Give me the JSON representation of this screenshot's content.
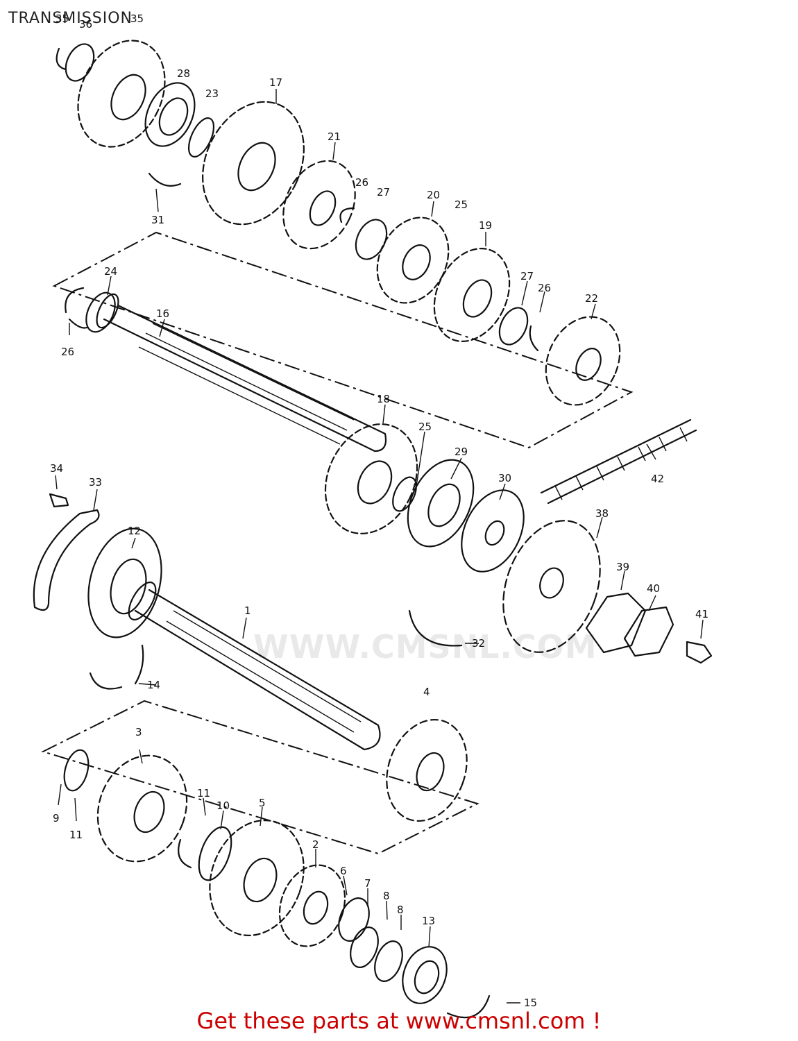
{
  "title": "TRANSMISSION",
  "footer": {
    "text": "Get these parts at www.cmsnl.com !",
    "color": "#cc0000"
  },
  "watermark": {
    "text": "WWW.CMSNL.COM",
    "color": "#888888"
  },
  "part_numbers": [
    "1",
    "2",
    "3",
    "4",
    "5",
    "6",
    "7",
    "8",
    "8",
    "9",
    "10",
    "11",
    "11",
    "12",
    "13",
    "14",
    "15",
    "16",
    "17",
    "18",
    "19",
    "20",
    "21",
    "22",
    "23",
    "24",
    "25",
    "25",
    "26",
    "26",
    "26",
    "27",
    "27",
    "28",
    "29",
    "30",
    "31",
    "32",
    "33",
    "34",
    "35",
    "35",
    "36",
    "38",
    "39",
    "40",
    "41",
    "42"
  ]
}
